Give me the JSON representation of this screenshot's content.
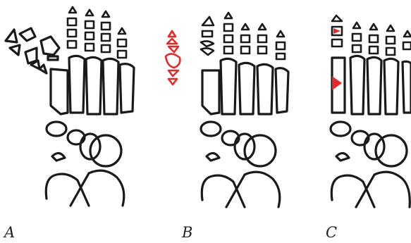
{
  "panels": [
    {
      "id": "A",
      "label": "A"
    },
    {
      "id": "B",
      "label": "B"
    },
    {
      "id": "C",
      "label": "C"
    }
  ],
  "colors": {
    "outline": "#1a1a1a",
    "highlight": "#e52a2a",
    "background": "#ffffff"
  }
}
